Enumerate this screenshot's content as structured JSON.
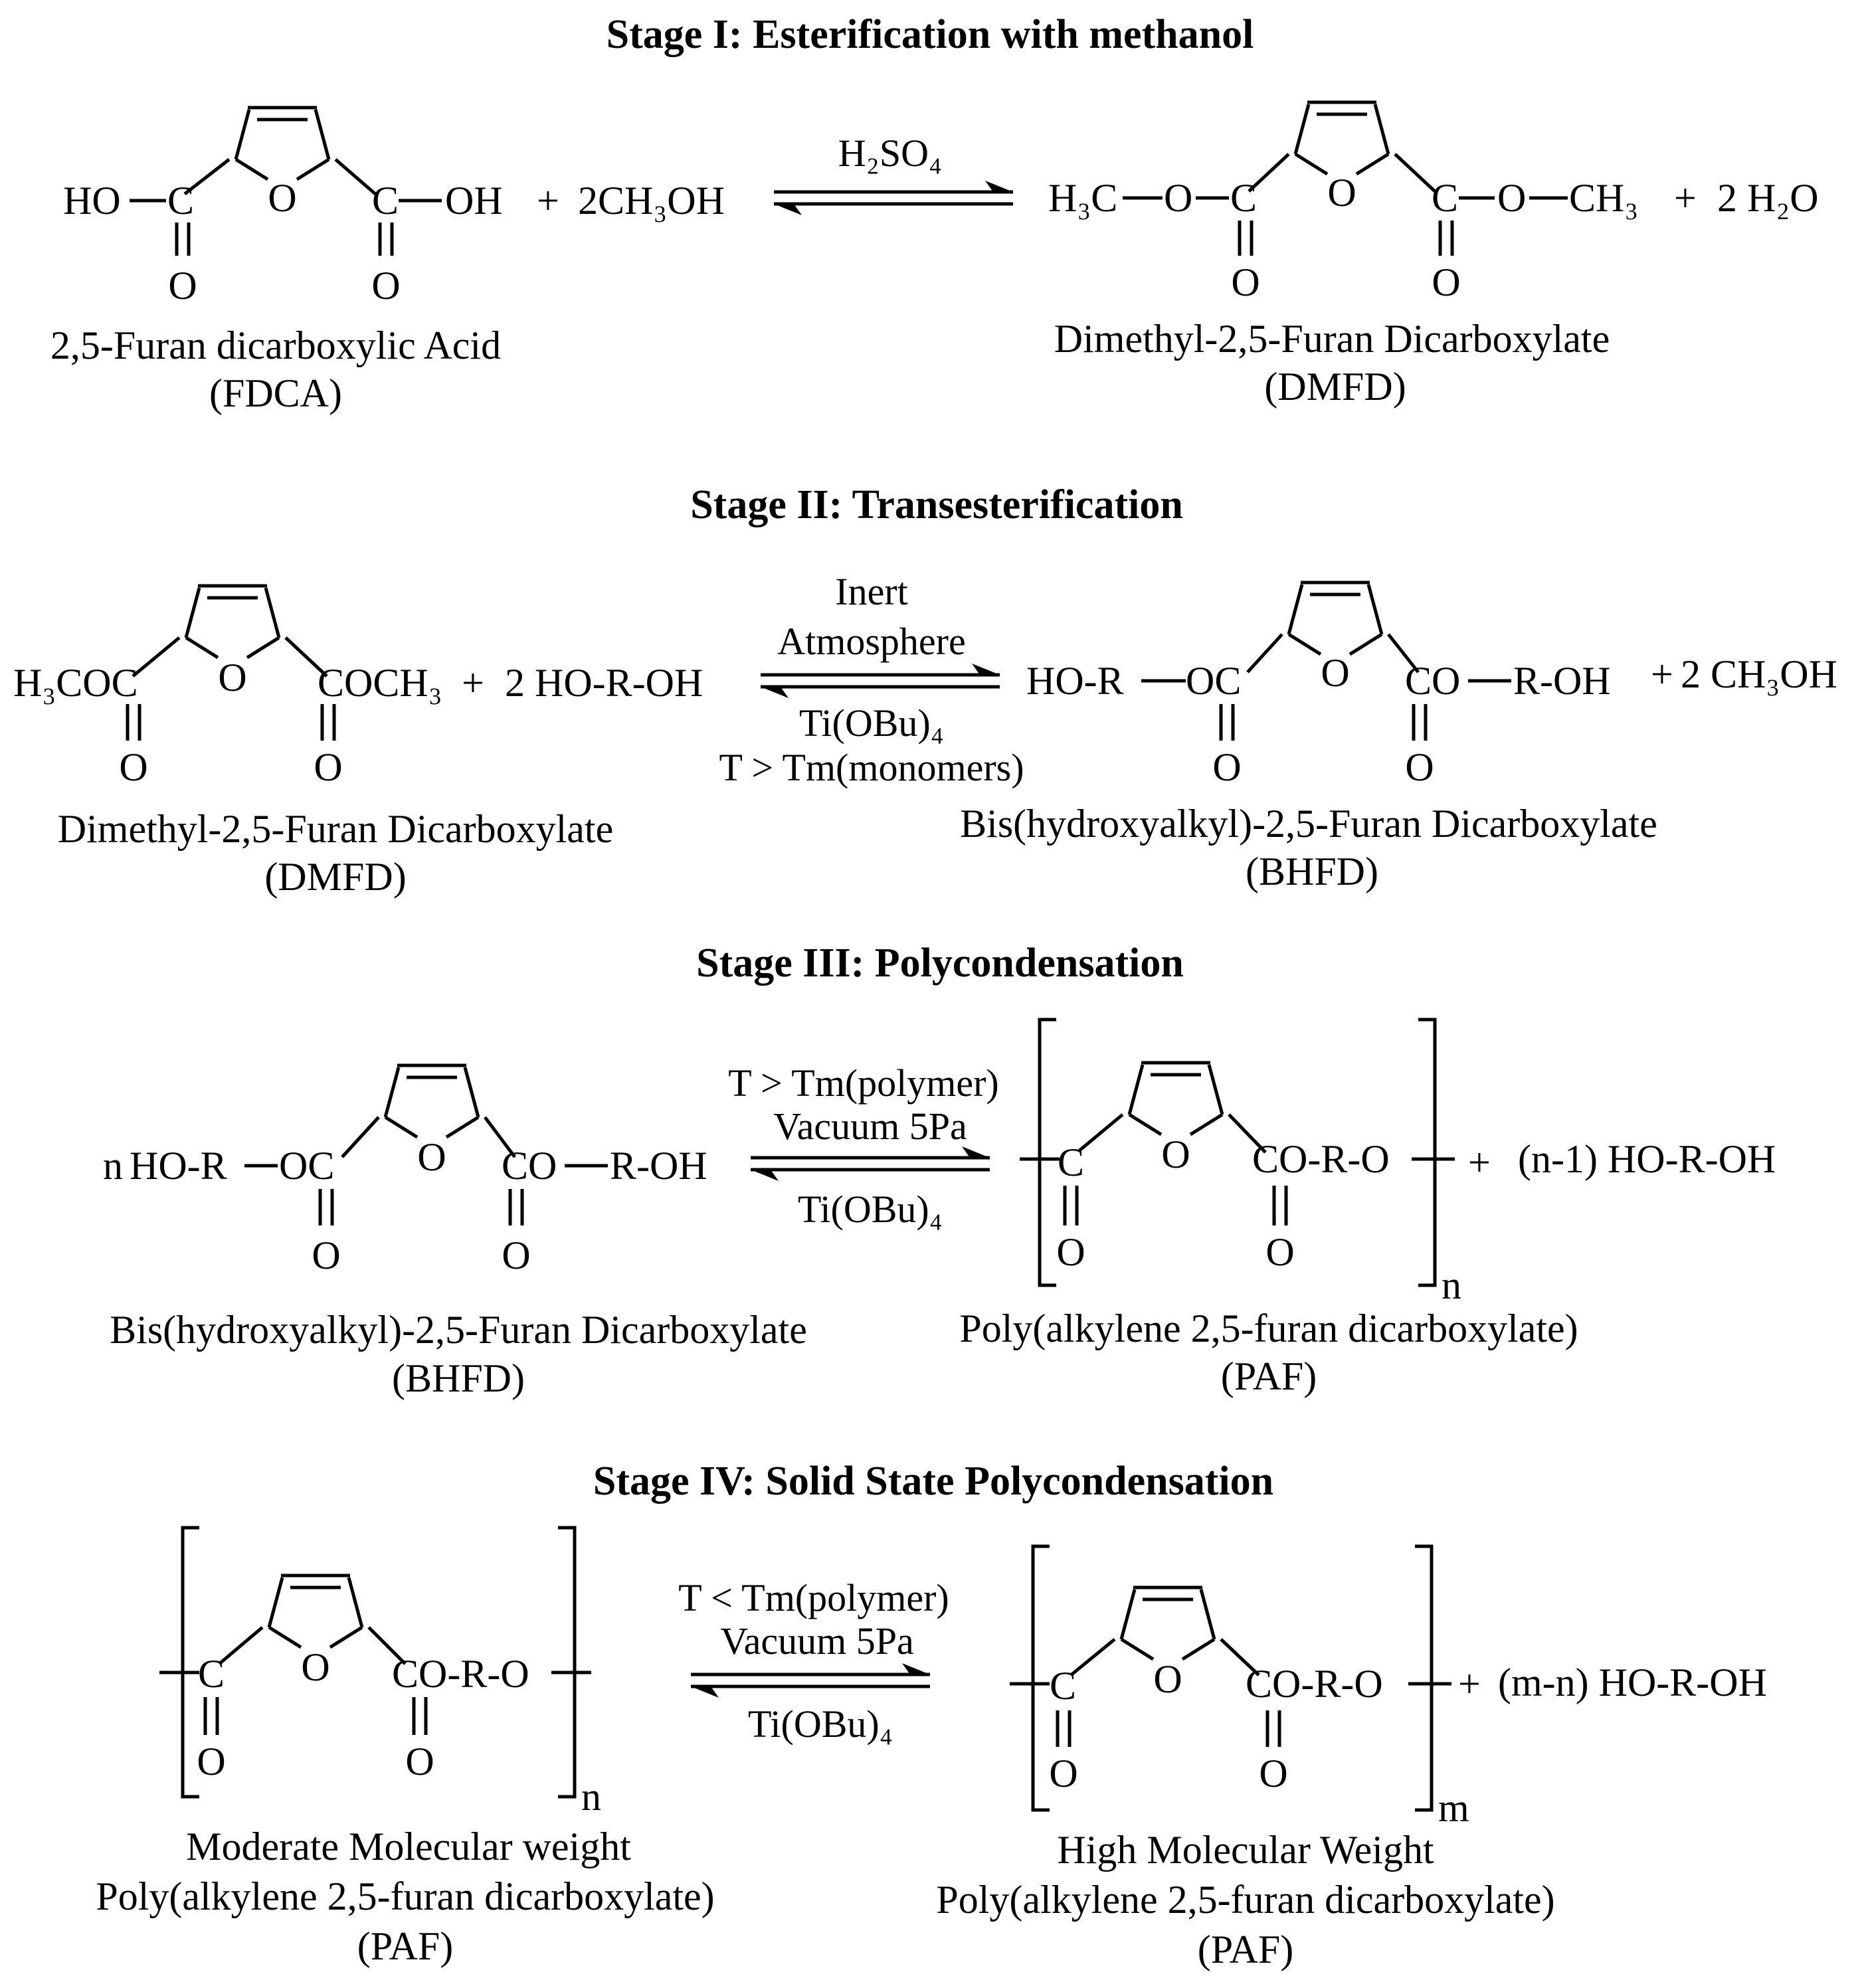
{
  "stages": [
    {
      "heading": "Stage I: Esterification with methanol",
      "reactant": {
        "left_group": "HO",
        "right_group": "OH",
        "ring_o": "O",
        "carbonyl_o": "O",
        "c": "C",
        "name": "2,5-Furan dicarboxylic Acid",
        "abbr": "(FDCA)"
      },
      "coreactant": {
        "plus": "+",
        "text": "2CH₃OH"
      },
      "conditions": {
        "above": [
          "H₂SO₄"
        ],
        "below": []
      },
      "product": {
        "left_group": "H₃C",
        "left_o": "O",
        "right_o": "O",
        "right_group": "CH₃",
        "ring_o": "O",
        "carbonyl_o": "O",
        "c": "C",
        "name": "Dimethyl-2,5-Furan Dicarboxylate",
        "abbr": "(DMFD)"
      },
      "byproduct": {
        "plus": "+",
        "text": "2 H₂O"
      }
    },
    {
      "heading": "Stage II: Transesterification",
      "reactant": {
        "left_group": "H₃COC",
        "right_group": "COCH₃",
        "ring_o": "O",
        "carbonyl_o": "O",
        "name": "Dimethyl-2,5-Furan Dicarboxylate",
        "abbr": "(DMFD)"
      },
      "coreactant": {
        "plus": "+",
        "text": "2 HO-R-OH"
      },
      "conditions": {
        "above": [
          "Inert",
          "Atmosphere"
        ],
        "below": [
          "Ti(OBu)₄",
          "T > Tm(monomers)"
        ]
      },
      "product": {
        "left_group": "HO-R",
        "left_ester": "OC",
        "right_ester": "CO",
        "right_group": "R-OH",
        "ring_o": "O",
        "carbonyl_o": "O",
        "name": "Bis(hydroxyalkyl)-2,5-Furan Dicarboxylate",
        "abbr": "(BHFD)"
      },
      "byproduct": {
        "plus": "+",
        "text": "2 CH₃OH"
      }
    },
    {
      "heading": "Stage III: Polycondensation",
      "reactant": {
        "coefficient": "n",
        "left_group": "HO-R",
        "left_ester": "OC",
        "right_ester": "CO",
        "right_group": "R-OH",
        "ring_o": "O",
        "carbonyl_o": "O",
        "name": "Bis(hydroxyalkyl)-2,5-Furan Dicarboxylate",
        "abbr": "(BHFD)"
      },
      "conditions": {
        "above": [
          "T > Tm(polymer)",
          "Vacuum 5Pa"
        ],
        "below": [
          "Ti(OBu)₄"
        ]
      },
      "product": {
        "left_c": "C",
        "right_group": "CO-R-O",
        "ring_o": "O",
        "carbonyl_o": "O",
        "subscript": "n",
        "name": "Poly(alkylene 2,5-furan dicarboxylate)",
        "abbr": "(PAF)"
      },
      "byproduct": {
        "plus": "+",
        "text": "(n-1) HO-R-OH"
      }
    },
    {
      "heading": "Stage IV: Solid State Polycondensation",
      "reactant": {
        "left_c": "C",
        "right_group": "CO-R-O",
        "ring_o": "O",
        "carbonyl_o": "O",
        "subscript": "n",
        "name_lines": [
          "Moderate Molecular weight",
          "Poly(alkylene 2,5-furan dicarboxylate)"
        ],
        "abbr": "(PAF)"
      },
      "conditions": {
        "above": [
          "T < Tm(polymer)",
          "Vacuum 5Pa"
        ],
        "below": [
          "Ti(OBu)₄"
        ]
      },
      "product": {
        "left_c": "C",
        "right_group": "CO-R-O",
        "ring_o": "O",
        "carbonyl_o": "O",
        "subscript": "m",
        "name_lines": [
          "High Molecular Weight",
          "Poly(alkylene 2,5-furan dicarboxylate)"
        ],
        "abbr": "(PAF)"
      },
      "byproduct": {
        "plus": "+",
        "text": "(m-n) HO-R-OH"
      }
    }
  ]
}
